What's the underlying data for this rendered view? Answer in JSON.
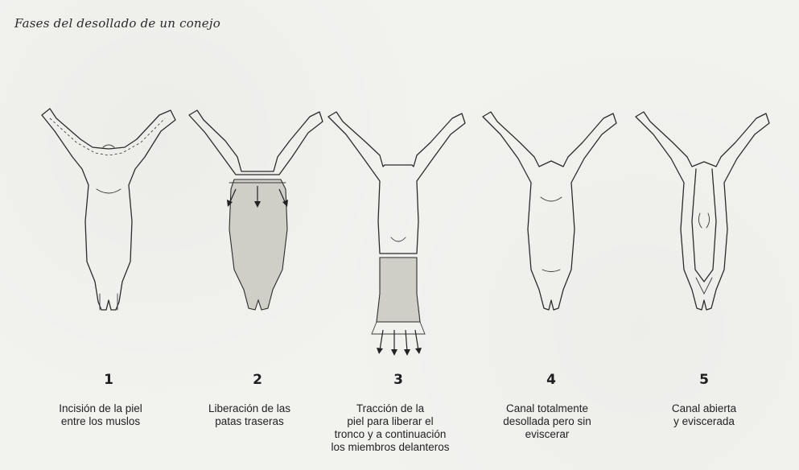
{
  "title": "Fases del desollado de un conejo",
  "steps": [
    {
      "number": "1",
      "description": "Incisión de la piel\nentre los muslos"
    },
    {
      "number": "2",
      "description": "Liberación de las\npatas traseras"
    },
    {
      "number": "3",
      "description": "Tracción de la\npiel para liberar el\ntronco y a continuación\nlos miembros delanteros"
    },
    {
      "number": "4",
      "description": "Canal totalmente\ndesollada pero sin\neviscerar"
    },
    {
      "number": "5",
      "description": "Canal abierta\ny eviscerada"
    }
  ]
}
